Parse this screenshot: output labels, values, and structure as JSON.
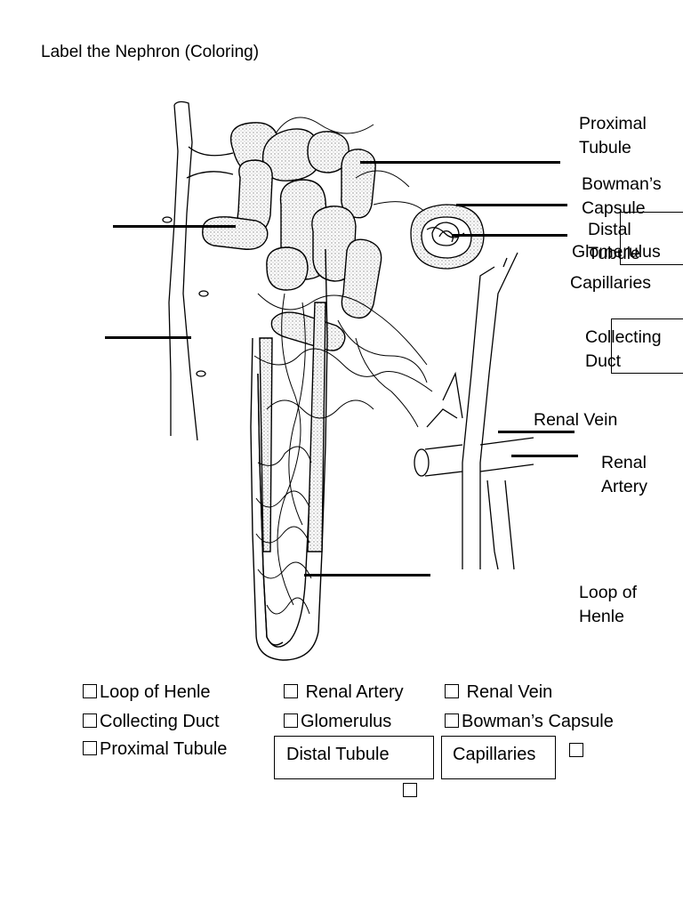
{
  "title": "Label the Nephron (Coloring)",
  "labels": {
    "proximal_tubule": "Proximal Tubule",
    "bowmans_capsule": "Bowman’s Capsule",
    "distal_tubule": "Distal Tubule",
    "glomerulus": "Glomerulus",
    "capillaries": "Capillaries",
    "collecting_duct": "Collecting Duct",
    "renal_vein": "Renal Vein",
    "renal_artery": "Renal Artery",
    "loop_of_henle": "Loop of Henle"
  },
  "word_bank": {
    "loop_of_henle": "Loop of Henle",
    "renal_artery": "Renal Artery",
    "renal_vein": "Renal Vein",
    "collecting_duct": "Collecting Duct",
    "glomerulus": "Glomerulus",
    "bowmans_capsule": "Bowman’s Capsule",
    "proximal_tubule": "Proximal Tubule",
    "distal_tubule": "Distal Tubule",
    "capillaries": "Capillaries"
  },
  "colors": {
    "ink": "#000000",
    "stipple": "#9a9a9a",
    "background": "#ffffff"
  }
}
